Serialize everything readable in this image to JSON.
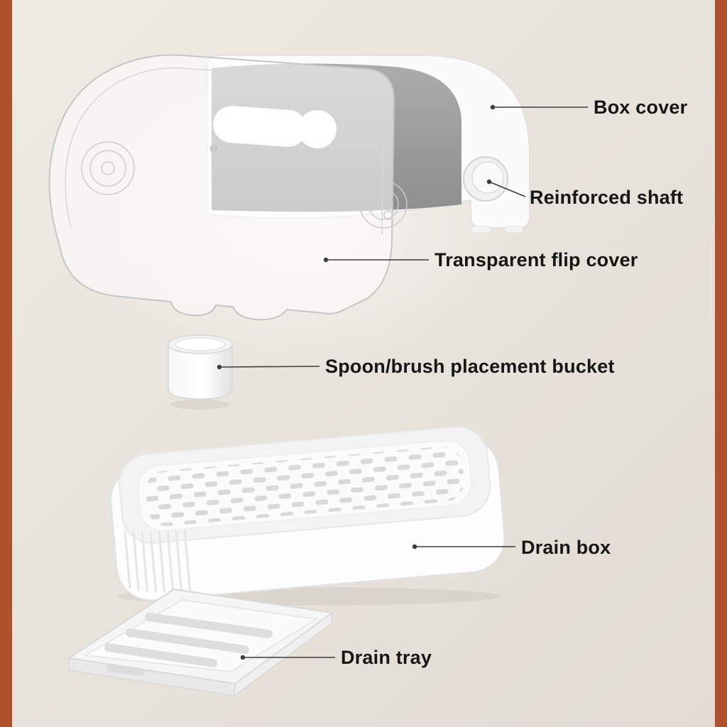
{
  "colors": {
    "frame": "#b0512d",
    "background": "#e9e4dc",
    "label_text": "#161616",
    "leader_line": "#3c3c3c",
    "product_white": "#fbfbfb",
    "cover_gray": "#9b9b9b",
    "hole_gray": "#d9d9d9"
  },
  "labels": {
    "box_cover": "Box cover",
    "reinforced_shaft": "Reinforced shaft",
    "transparent_flip_cover": "Transparent flip cover",
    "spoon_bucket": "Spoon/brush placement bucket",
    "drain_box": "Drain box",
    "drain_tray": "Drain tray"
  }
}
